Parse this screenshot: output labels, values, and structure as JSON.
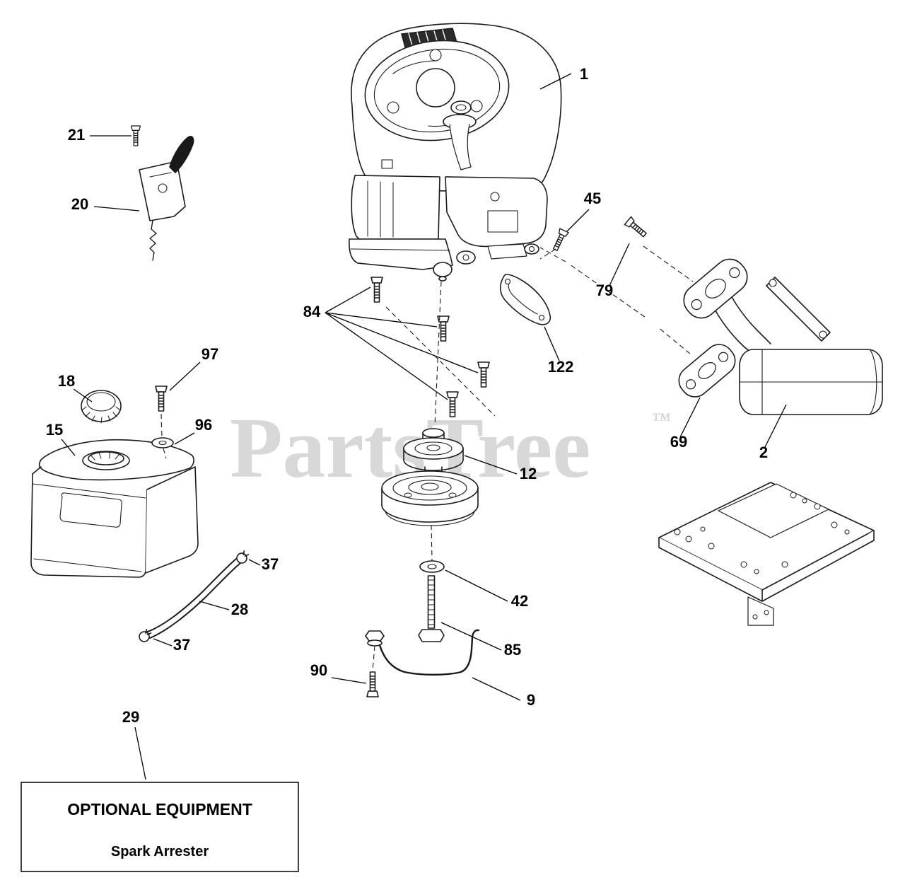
{
  "watermark": {
    "text": "PartsTree",
    "tm": "™",
    "color": "#d8d8d8"
  },
  "optional_equipment_box": {
    "title": "OPTIONAL EQUIPMENT",
    "item": "Spark Arrester"
  },
  "callouts": {
    "engine": "1",
    "muffler": "2",
    "rod": "9",
    "pulley": "12",
    "fuel_tank": "15",
    "fuel_cap": "18",
    "throttle_bracket": "20",
    "throttle_screw": "21",
    "fuel_line": "28",
    "optional_note": "29",
    "clamp_upper": "37",
    "clamp_lower": "37",
    "washer_42": "42",
    "bolt_45": "45",
    "gasket": "69",
    "bolt_79": "79",
    "engine_bolts": "84",
    "bolt_85": "85",
    "bolt_90": "90",
    "washer_96": "96",
    "bolt_97": "97",
    "shield": "122"
  }
}
